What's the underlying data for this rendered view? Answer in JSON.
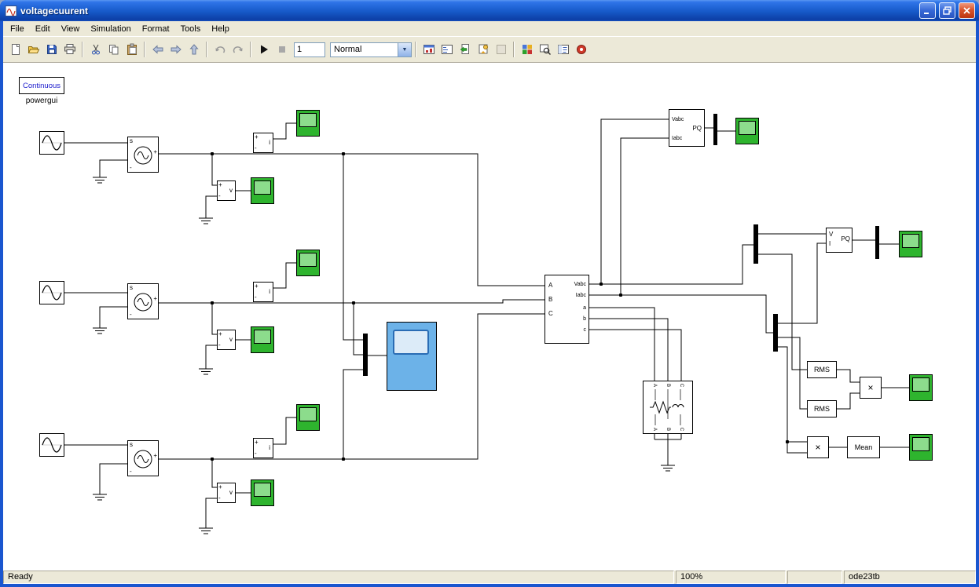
{
  "colors": {
    "frame_blue": "#1a56cf",
    "titlebar_blue": "#1659c8",
    "scope_green": "#2eb42e",
    "scope_screen_green": "#8cdc8c",
    "big_scope_blue": "#6cb2e8",
    "canvas_white": "#ffffff"
  },
  "window": {
    "title": "voltagecuurent",
    "buttons": [
      "minimize",
      "restore",
      "close"
    ]
  },
  "menu": {
    "items": [
      {
        "label": "File"
      },
      {
        "label": "Edit"
      },
      {
        "label": "View"
      },
      {
        "label": "Simulation"
      },
      {
        "label": "Format"
      },
      {
        "label": "Tools"
      },
      {
        "label": "Help"
      }
    ]
  },
  "toolbar": {
    "sim_stop_time": "1",
    "sim_mode": "Normal",
    "icons": [
      "new-model",
      "open-model",
      "save-model",
      "print",
      "cut",
      "copy",
      "paste",
      "go-back",
      "go-forward",
      "go-to-parent",
      "undo",
      "redo",
      "start-simulation",
      "stop-simulation",
      "update-diagram",
      "model-browser",
      "generate-report",
      "build",
      "disabled-tool",
      "library-browser",
      "find",
      "model-explorer",
      "debugger",
      "combo-dropdown-arrow"
    ]
  },
  "canvas": {
    "powergui": {
      "box_label": "Continuous",
      "name_label": "powergui"
    },
    "ports": {
      "plus": "+",
      "minus": "-",
      "s": "s",
      "v": "v",
      "i": "i"
    },
    "vi_measurement": {
      "in_a": "A",
      "in_b": "B",
      "in_c": "C",
      "out_vabc": "Vabc",
      "out_iabc": "Iabc",
      "out_a": "a",
      "out_b": "b",
      "out_c": "c"
    },
    "pq_block": {
      "in_vabc": "Vabc",
      "in_iabc": "Iabc",
      "out": "PQ"
    },
    "vipq_block": {
      "in_v": "V",
      "in_i": "I",
      "out": "PQ"
    },
    "rms_label": "RMS",
    "mean_label": "Mean",
    "product_label": "×",
    "load": {
      "t1": "A",
      "t2": "B",
      "t3": "C",
      "b1": "A",
      "b2": "B",
      "b3": "C"
    }
  },
  "statusbar": {
    "status": "Ready",
    "zoom": "100%",
    "solver": "ode23tb"
  }
}
